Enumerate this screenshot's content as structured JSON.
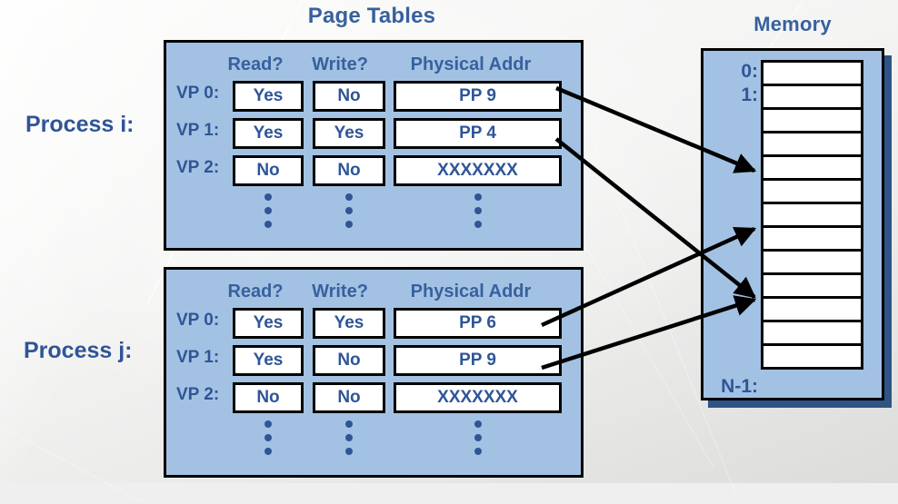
{
  "slide": {
    "page_tables_title": "Page Tables",
    "memory_title": "Memory"
  },
  "processes": [
    {
      "label": "Process i:",
      "columns": [
        "Read?",
        "Write?",
        "Physical Addr"
      ],
      "rows": [
        {
          "name": "VP 0:",
          "read": "Yes",
          "write": "No",
          "addr": "PP 9"
        },
        {
          "name": "VP 1:",
          "read": "Yes",
          "write": "Yes",
          "addr": "PP 4"
        },
        {
          "name": "VP 2:",
          "read": "No",
          "write": "No",
          "addr": "XXXXXXX"
        }
      ],
      "continuation": "vertical-ellipsis"
    },
    {
      "label": "Process j:",
      "columns": [
        "Read?",
        "Write?",
        "Physical Addr"
      ],
      "rows": [
        {
          "name": "VP 0:",
          "read": "Yes",
          "write": "Yes",
          "addr": "PP 6"
        },
        {
          "name": "VP 1:",
          "read": "Yes",
          "write": "No",
          "addr": "PP 9"
        },
        {
          "name": "VP 2:",
          "read": "No",
          "write": "No",
          "addr": "XXXXXXX"
        }
      ],
      "continuation": "vertical-ellipsis"
    }
  ],
  "memory": {
    "cell_count": 13,
    "labels": {
      "first": "0:",
      "second": "1:",
      "last": "N-1:"
    }
  },
  "mappings": [
    {
      "from": "process-i-vp0-addr",
      "to": "memory-cell-5"
    },
    {
      "from": "process-i-vp1-addr",
      "to": "memory-cell-10"
    },
    {
      "from": "process-j-vp0-addr",
      "to": "memory-cell-7"
    },
    {
      "from": "process-j-vp1-addr",
      "to": "memory-cell-10"
    }
  ],
  "colors": {
    "panel_fill": "#A3C2E3",
    "text_blue": "#2F5597",
    "heading_blue": "#37619E",
    "outline": "#000000",
    "shadow": "#2E5486",
    "cell_fill": "#FFFFFF"
  }
}
